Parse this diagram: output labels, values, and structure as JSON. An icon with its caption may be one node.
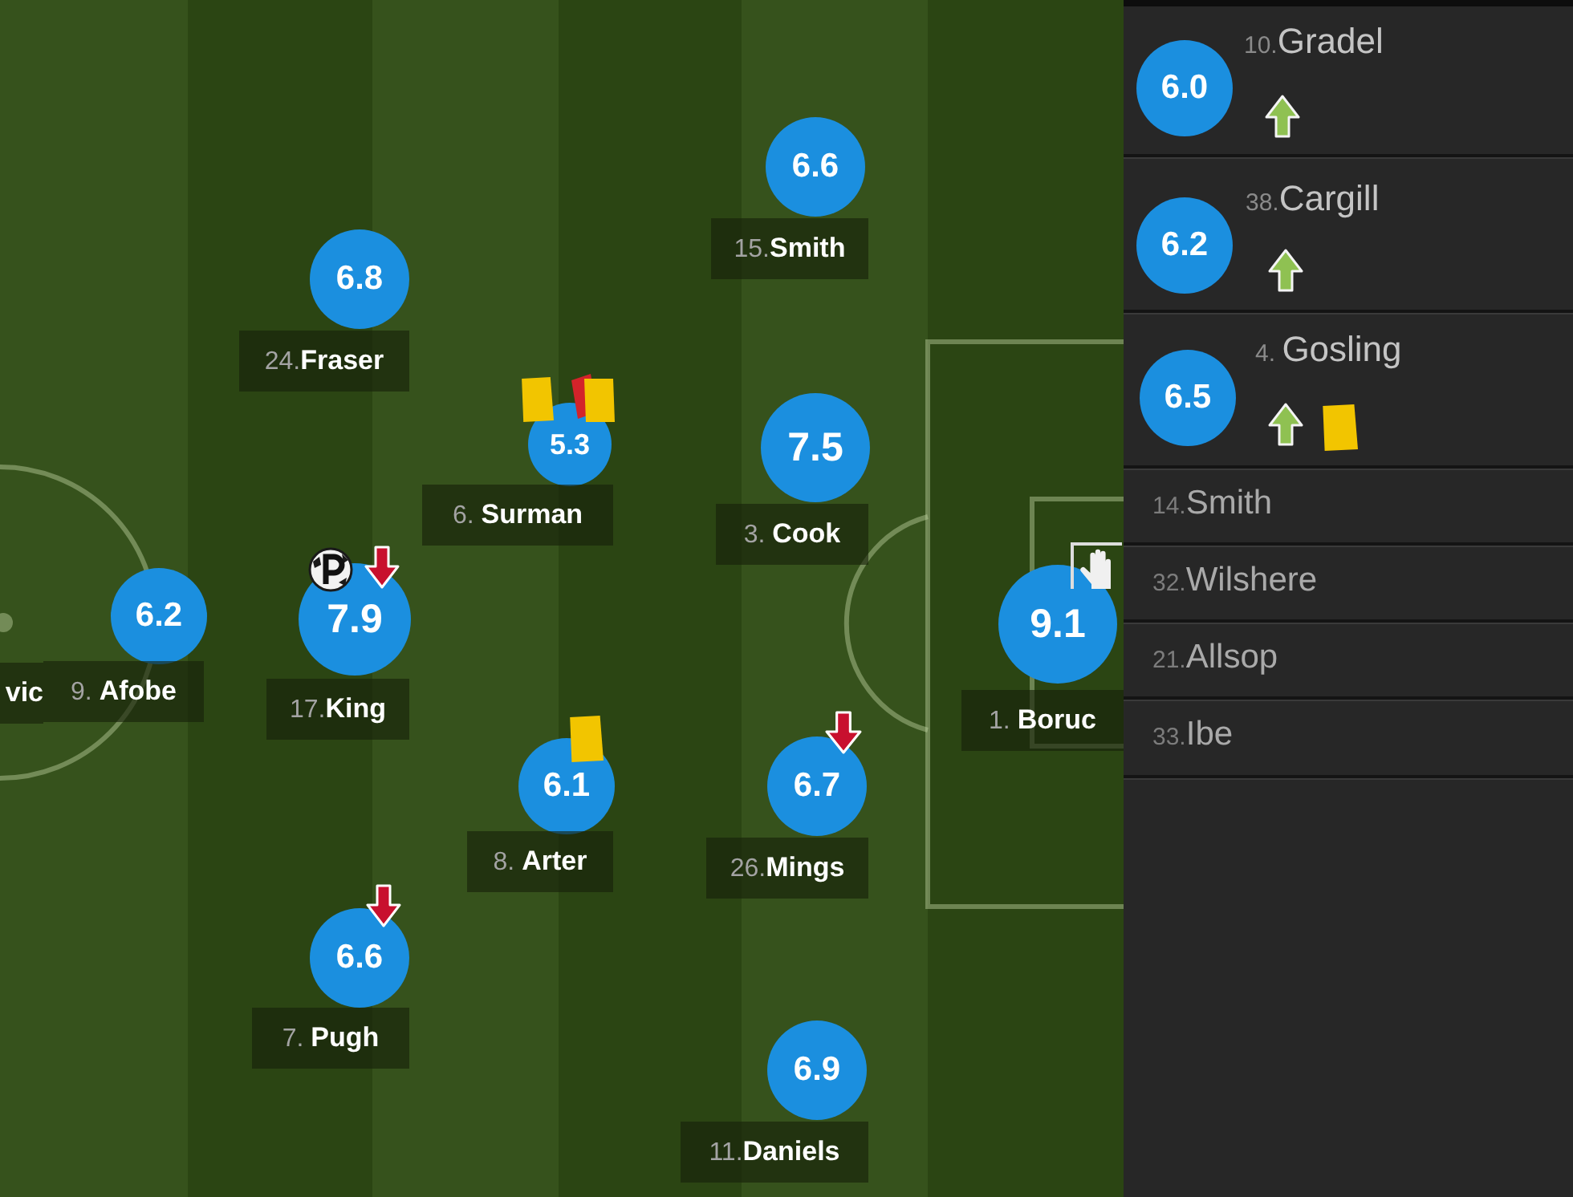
{
  "diagram": {
    "nodes": [
      {
        "text": [
          "6.6"
        ],
        "beside": [
          "15.**Smith**"
        ]
      },
      {
        "text": [
          "6.8"
        ],
        "beside": [
          "24.**Fraser**"
        ]
      },
      {
        "text": [
          "5.3"
        ],
        "beside": [
          "6. **Surman**"
        ]
      },
      {
        "text": [
          "7.5"
        ],
        "beside": [
          "3. **Cook**"
        ]
      },
      {
        "text": [
          "6.2"
        ],
        "beside": [
          "9. **Afobe**"
        ]
      },
      {
        "text": [
          "7.9"
        ],
        "beside": [
          "17.**King**"
        ]
      },
      {
        "text": [
          "9.1"
        ],
        "beside": [
          "1. **Boruc**"
        ]
      },
      {
        "text": [
          "6.1"
        ],
        "beside": [
          "8. **Arter**"
        ]
      },
      {
        "text": [
          "6.7"
        ],
        "beside": [
          "26.**Mings**"
        ]
      },
      {
        "text": [
          "6.6"
        ],
        "beside": [
          "7. **Pugh**"
        ]
      },
      {
        "text": [
          "6.9"
        ],
        "beside": [
          "11.**Daniels**"
        ]
      },
      {
        "text": [
          "6.0"
        ],
        "beside": [
          "10.**Gradel**"
        ]
      },
      {
        "text": [
          "6.2"
        ],
        "beside": [
          "38.**Cargill**"
        ]
      },
      {
        "text": [
          "6.5"
        ],
        "beside": [
          "4. **Gosling**"
        ]
      }
    ],
    "labels": [
      "vic",
      "14.**Smith**",
      "32.**Wilshere**",
      "21.**Allsop**",
      "33.**Ibe**"
    ]
  }
}
